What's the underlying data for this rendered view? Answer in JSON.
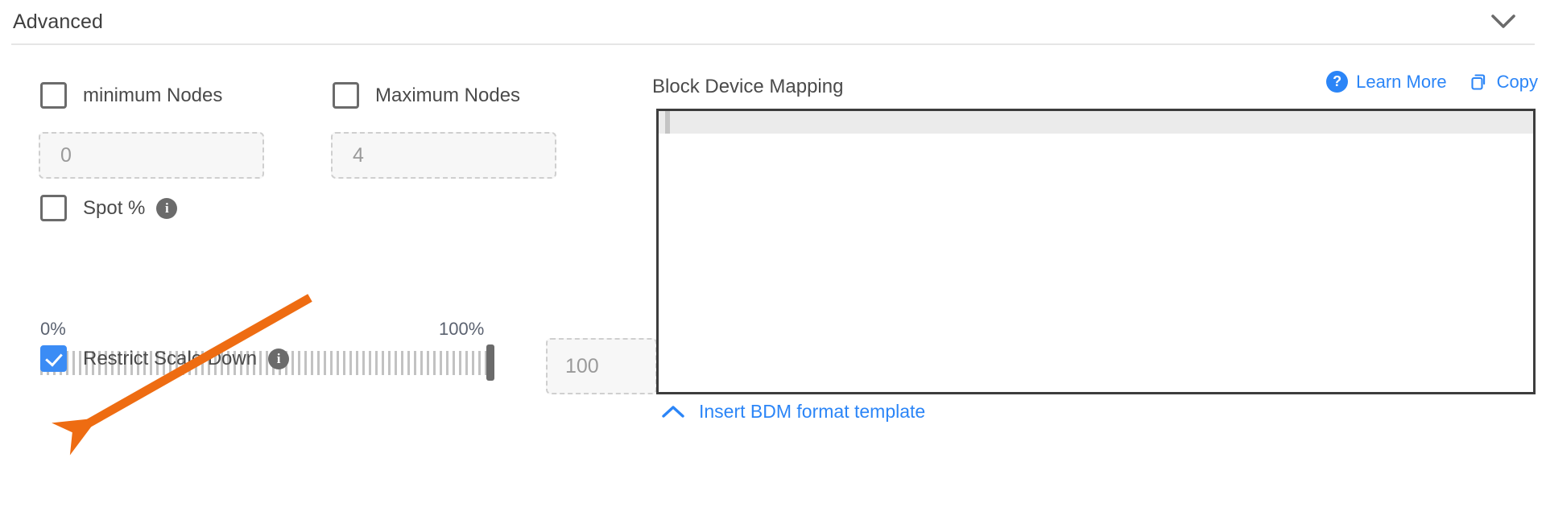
{
  "section": {
    "title": "Advanced",
    "collapse_icon": "chevron-down-icon"
  },
  "left_panel": {
    "min_nodes": {
      "label": "minimum Nodes",
      "checked": false,
      "input_placeholder": "0",
      "input_disabled": true
    },
    "max_nodes": {
      "label": "Maximum Nodes",
      "checked": false,
      "input_placeholder": "4",
      "input_disabled": true
    },
    "spot_percent": {
      "label": "Spot %",
      "checked": false,
      "info_icon": "info-icon",
      "info_glyph": "i"
    },
    "slider": {
      "min_label": "0%",
      "max_label": "100%",
      "value": 100,
      "value_input": "100"
    },
    "restrict_scale_down": {
      "label": "Restrict Scale Down",
      "checked": true,
      "info_icon": "info-icon",
      "info_glyph": "i"
    }
  },
  "right_panel": {
    "title": "Block Device Mapping",
    "learn_more": {
      "label": "Learn More",
      "icon": "question-circle-icon",
      "glyph": "?"
    },
    "copy": {
      "label": "Copy",
      "icon": "copy-icon"
    },
    "editor": {
      "content": "",
      "active_line": 1
    },
    "insert_template": {
      "label": "Insert BDM format template",
      "icon": "chevron-up-icon"
    }
  },
  "annotation": {
    "type": "arrow",
    "color": "#ee6c12",
    "points_to": "restrict-scale-down-checkbox"
  },
  "colors": {
    "accent_blue": "#2b85f7",
    "checkbox_checked": "#3b8cf5",
    "annotation_orange": "#ee6c12",
    "text_primary": "#4a4a4a",
    "border_gray": "#6b6b6b"
  }
}
